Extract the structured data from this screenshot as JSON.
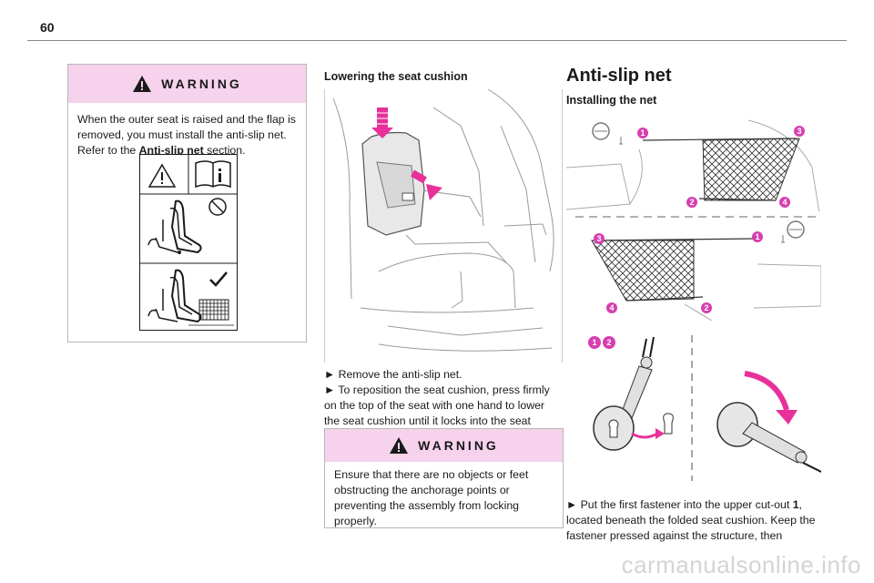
{
  "page_number": "60",
  "warning1": {
    "title": "WARNING",
    "text_pre": "When the outer seat is raised and the flap is removed, you must install the anti-slip net. Refer to the ",
    "text_bold": "Anti-slip net",
    "text_post": " section."
  },
  "middle": {
    "subheading": "Lowering the seat cushion",
    "step1": "► Remove the anti-slip net.",
    "step2": "► To reposition the seat cushion, press firmly on the top of the seat with one hand to lower the seat cushion until it locks into the seat position."
  },
  "warning2": {
    "title": "WARNING",
    "text": "Ensure that there are no objects or feet obstructing the anchorage points or preventing the assembly from locking properly."
  },
  "right": {
    "title": "Anti-slip net",
    "subheading": "Installing the net",
    "callouts_top": [
      "1",
      "3",
      "2",
      "4"
    ],
    "callouts_mid": [
      "3",
      "1",
      "4",
      "2"
    ],
    "callouts_bottom": [
      "1",
      "2"
    ],
    "step_pre": "► Put the first fastener into the upper cut-out ",
    "step_bold": "1",
    "step_post": ", located beneath the folded seat cushion. Keep the fastener pressed against the structure, then"
  },
  "watermark": "carmanualsonline.info",
  "colors": {
    "accent": "#e8309a",
    "warning_bg": "#f6d2ec",
    "callout": "#d63fb0"
  }
}
